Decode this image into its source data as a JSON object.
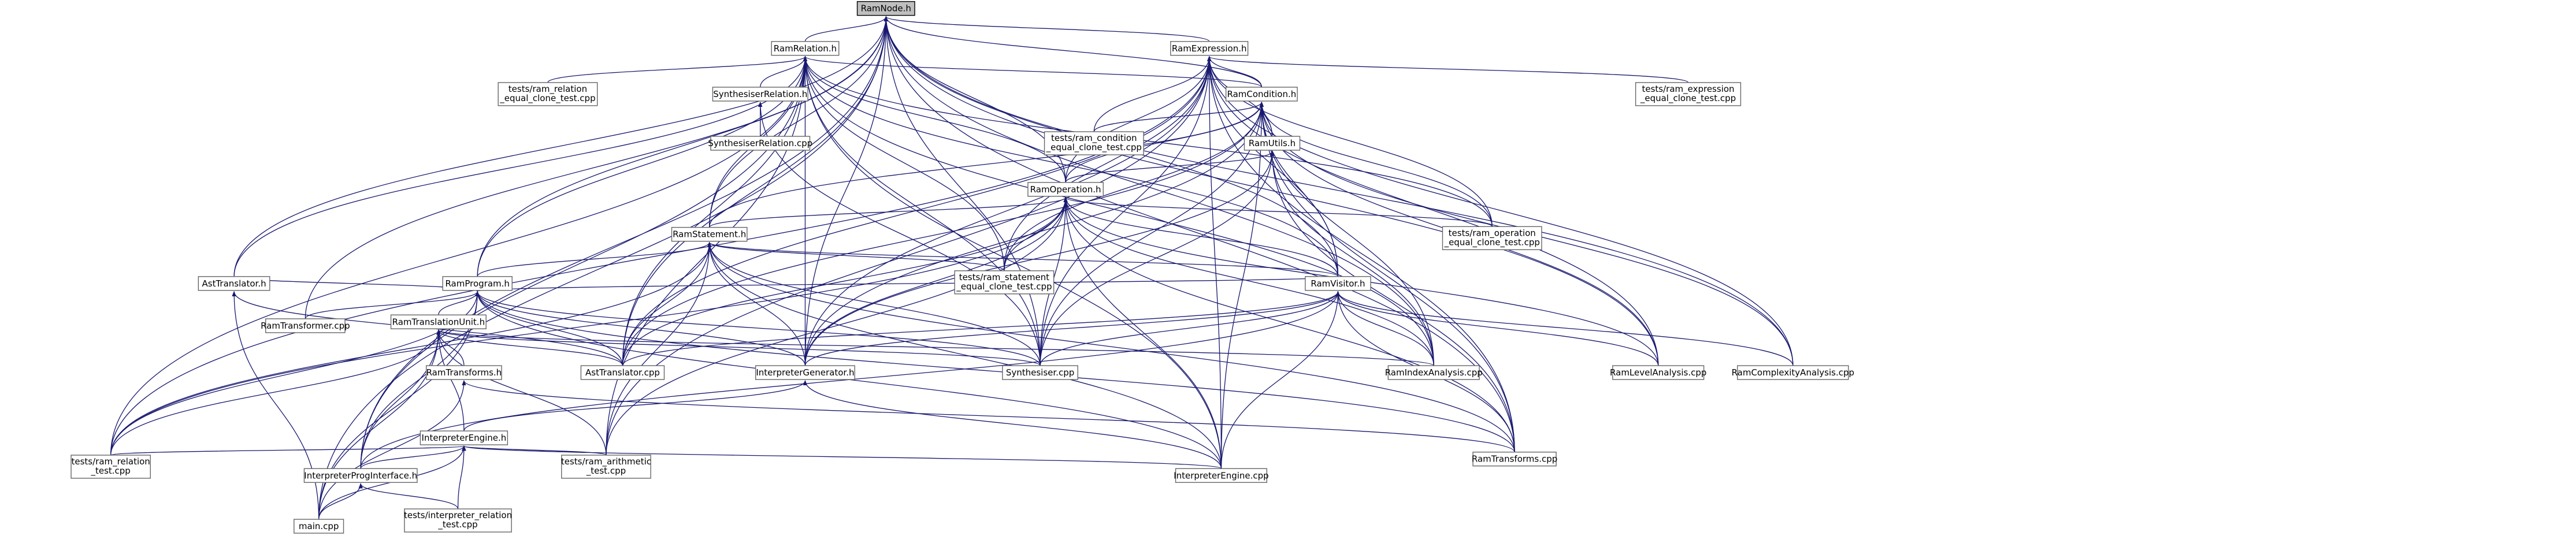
{
  "diagram": {
    "root": "RamNode.h",
    "nodes": [
      {
        "id": "RamNode.h",
        "lines": [
          "RamNode.h"
        ],
        "root": true
      },
      {
        "id": "RamRelation.h",
        "lines": [
          "RamRelation.h"
        ]
      },
      {
        "id": "RamExpression.h",
        "lines": [
          "RamExpression.h"
        ]
      },
      {
        "id": "tests/ram_relation_equal_clone_test.cpp",
        "lines": [
          "tests/ram_relation",
          "_equal_clone_test.cpp"
        ]
      },
      {
        "id": "SynthesiserRelation.h",
        "lines": [
          "SynthesiserRelation.h"
        ]
      },
      {
        "id": "SynthesiserRelation.cpp",
        "lines": [
          "SynthesiserRelation.cpp"
        ]
      },
      {
        "id": "RamCondition.h",
        "lines": [
          "RamCondition.h"
        ]
      },
      {
        "id": "tests/ram_condition_equal_clone_test.cpp",
        "lines": [
          "tests/ram_condition",
          "_equal_clone_test.cpp"
        ]
      },
      {
        "id": "tests/ram_expression_equal_clone_test.cpp",
        "lines": [
          "tests/ram_expression",
          "_equal_clone_test.cpp"
        ]
      },
      {
        "id": "RamUtils.h",
        "lines": [
          "RamUtils.h"
        ]
      },
      {
        "id": "RamOperation.h",
        "lines": [
          "RamOperation.h"
        ]
      },
      {
        "id": "tests/ram_operation_equal_clone_test.cpp",
        "lines": [
          "tests/ram_operation",
          "_equal_clone_test.cpp"
        ]
      },
      {
        "id": "RamStatement.h",
        "lines": [
          "RamStatement.h"
        ]
      },
      {
        "id": "tests/ram_statement_equal_clone_test.cpp",
        "lines": [
          "tests/ram_statement",
          "_equal_clone_test.cpp"
        ]
      },
      {
        "id": "RamProgram.h",
        "lines": [
          "RamProgram.h"
        ]
      },
      {
        "id": "RamVisitor.h",
        "lines": [
          "RamVisitor.h"
        ]
      },
      {
        "id": "AstTranslator.h",
        "lines": [
          "AstTranslator.h"
        ]
      },
      {
        "id": "RamTranslationUnit.h",
        "lines": [
          "RamTranslationUnit.h"
        ]
      },
      {
        "id": "RamTransformer.cpp",
        "lines": [
          "RamTransformer.cpp"
        ]
      },
      {
        "id": "RamTransforms.h",
        "lines": [
          "RamTransforms.h"
        ]
      },
      {
        "id": "AstTranslator.cpp",
        "lines": [
          "AstTranslator.cpp"
        ]
      },
      {
        "id": "Synthesiser.cpp",
        "lines": [
          "Synthesiser.cpp"
        ]
      },
      {
        "id": "InterpreterGenerator.h",
        "lines": [
          "InterpreterGenerator.h"
        ]
      },
      {
        "id": "RamIndexAnalysis.cpp",
        "lines": [
          "RamIndexAnalysis.cpp"
        ]
      },
      {
        "id": "RamLevelAnalysis.cpp",
        "lines": [
          "RamLevelAnalysis.cpp"
        ]
      },
      {
        "id": "RamComplexityAnalysis.cpp",
        "lines": [
          "RamComplexityAnalysis.cpp"
        ]
      },
      {
        "id": "InterpreterEngine.h",
        "lines": [
          "InterpreterEngine.h"
        ]
      },
      {
        "id": "RamTransforms.cpp",
        "lines": [
          "RamTransforms.cpp"
        ]
      },
      {
        "id": "tests/ram_relation_test.cpp",
        "lines": [
          "tests/ram_relation",
          "_test.cpp"
        ]
      },
      {
        "id": "InterpreterProgInterface.h",
        "lines": [
          "InterpreterProgInterface.h"
        ]
      },
      {
        "id": "tests/ram_arithmetic_test.cpp",
        "lines": [
          "tests/ram_arithmetic",
          "_test.cpp"
        ]
      },
      {
        "id": "InterpreterEngine.cpp",
        "lines": [
          "InterpreterEngine.cpp"
        ]
      },
      {
        "id": "main.cpp",
        "lines": [
          "main.cpp"
        ]
      },
      {
        "id": "tests/interpreter_relation_test.cpp",
        "lines": [
          "tests/interpreter_relation",
          "_test.cpp"
        ]
      }
    ],
    "edges": [
      [
        "RamRelation.h",
        "RamNode.h"
      ],
      [
        "RamExpression.h",
        "RamNode.h"
      ],
      [
        "RamCondition.h",
        "RamNode.h"
      ],
      [
        "RamOperation.h",
        "RamNode.h"
      ],
      [
        "RamStatement.h",
        "RamNode.h"
      ],
      [
        "RamProgram.h",
        "RamNode.h"
      ],
      [
        "RamVisitor.h",
        "RamNode.h"
      ],
      [
        "AstTranslator.cpp",
        "RamNode.h"
      ],
      [
        "Synthesiser.cpp",
        "RamNode.h"
      ],
      [
        "RamTransformer.cpp",
        "RamNode.h"
      ],
      [
        "InterpreterProgInterface.h",
        "RamNode.h"
      ],
      [
        "main.cpp",
        "RamNode.h"
      ],
      [
        "RamIndexAnalysis.cpp",
        "RamNode.h"
      ],
      [
        "RamLevelAnalysis.cpp",
        "RamNode.h"
      ],
      [
        "RamComplexityAnalysis.cpp",
        "RamNode.h"
      ],
      [
        "RamTransforms.cpp",
        "RamNode.h"
      ],
      [
        "InterpreterGenerator.h",
        "RamNode.h"
      ],
      [
        "AstTranslator.h",
        "RamNode.h"
      ],
      [
        "tests/ram_relation_equal_clone_test.cpp",
        "RamRelation.h"
      ],
      [
        "SynthesiserRelation.h",
        "RamRelation.h"
      ],
      [
        "RamCondition.h",
        "RamRelation.h"
      ],
      [
        "RamOperation.h",
        "RamRelation.h"
      ],
      [
        "RamStatement.h",
        "RamRelation.h"
      ],
      [
        "RamProgram.h",
        "RamRelation.h"
      ],
      [
        "AstTranslator.h",
        "RamRelation.h"
      ],
      [
        "tests/ram_relation_test.cpp",
        "RamRelation.h"
      ],
      [
        "InterpreterGenerator.h",
        "RamRelation.h"
      ],
      [
        "Synthesiser.cpp",
        "RamRelation.h"
      ],
      [
        "AstTranslator.cpp",
        "RamRelation.h"
      ],
      [
        "RamVisitor.h",
        "RamRelation.h"
      ],
      [
        "tests/ram_statement_equal_clone_test.cpp",
        "RamRelation.h"
      ],
      [
        "tests/ram_operation_equal_clone_test.cpp",
        "RamRelation.h"
      ],
      [
        "InterpreterEngine.cpp",
        "RamRelation.h"
      ],
      [
        "RamIndexAnalysis.cpp",
        "RamRelation.h"
      ],
      [
        "InterpreterProgInterface.h",
        "RamRelation.h"
      ],
      [
        "tests/ram_arithmetic_test.cpp",
        "RamRelation.h"
      ],
      [
        "SynthesiserRelation.cpp",
        "SynthesiserRelation.h"
      ],
      [
        "Synthesiser.cpp",
        "SynthesiserRelation.h"
      ],
      [
        "RamCondition.h",
        "RamExpression.h"
      ],
      [
        "RamOperation.h",
        "RamExpression.h"
      ],
      [
        "tests/ram_expression_equal_clone_test.cpp",
        "RamExpression.h"
      ],
      [
        "tests/ram_condition_equal_clone_test.cpp",
        "RamExpression.h"
      ],
      [
        "RamUtils.h",
        "RamExpression.h"
      ],
      [
        "RamVisitor.h",
        "RamExpression.h"
      ],
      [
        "Synthesiser.cpp",
        "RamExpression.h"
      ],
      [
        "InterpreterGenerator.h",
        "RamExpression.h"
      ],
      [
        "RamLevelAnalysis.cpp",
        "RamExpression.h"
      ],
      [
        "RamComplexityAnalysis.cpp",
        "RamExpression.h"
      ],
      [
        "RamTransforms.cpp",
        "RamExpression.h"
      ],
      [
        "InterpreterEngine.cpp",
        "RamExpression.h"
      ],
      [
        "AstTranslator.cpp",
        "RamExpression.h"
      ],
      [
        "tests/ram_relation_test.cpp",
        "RamExpression.h"
      ],
      [
        "tests/ram_arithmetic_test.cpp",
        "RamExpression.h"
      ],
      [
        "tests/ram_statement_equal_clone_test.cpp",
        "RamExpression.h"
      ],
      [
        "tests/ram_operation_equal_clone_test.cpp",
        "RamExpression.h"
      ],
      [
        "RamUtils.h",
        "RamCondition.h"
      ],
      [
        "RamOperation.h",
        "RamCondition.h"
      ],
      [
        "tests/ram_condition_equal_clone_test.cpp",
        "RamCondition.h"
      ],
      [
        "RamVisitor.h",
        "RamCondition.h"
      ],
      [
        "RamStatement.h",
        "RamCondition.h"
      ],
      [
        "InterpreterGenerator.h",
        "RamCondition.h"
      ],
      [
        "Synthesiser.cpp",
        "RamCondition.h"
      ],
      [
        "RamIndexAnalysis.cpp",
        "RamCondition.h"
      ],
      [
        "RamLevelAnalysis.cpp",
        "RamCondition.h"
      ],
      [
        "RamComplexityAnalysis.cpp",
        "RamCondition.h"
      ],
      [
        "RamTransforms.cpp",
        "RamCondition.h"
      ],
      [
        "AstTranslator.cpp",
        "RamCondition.h"
      ],
      [
        "tests/ram_operation_equal_clone_test.cpp",
        "RamCondition.h"
      ],
      [
        "tests/ram_statement_equal_clone_test.cpp",
        "RamCondition.h"
      ],
      [
        "InterpreterEngine.cpp",
        "RamCondition.h"
      ],
      [
        "RamOperation.h",
        "RamUtils.h"
      ],
      [
        "RamIndexAnalysis.cpp",
        "RamUtils.h"
      ],
      [
        "RamTransforms.cpp",
        "RamUtils.h"
      ],
      [
        "Synthesiser.cpp",
        "RamUtils.h"
      ],
      [
        "InterpreterGenerator.h",
        "RamUtils.h"
      ],
      [
        "RamStatement.h",
        "RamOperation.h"
      ],
      [
        "tests/ram_operation_equal_clone_test.cpp",
        "RamOperation.h"
      ],
      [
        "tests/ram_statement_equal_clone_test.cpp",
        "RamOperation.h"
      ],
      [
        "RamVisitor.h",
        "RamOperation.h"
      ],
      [
        "Synthesiser.cpp",
        "RamOperation.h"
      ],
      [
        "InterpreterGenerator.h",
        "RamOperation.h"
      ],
      [
        "AstTranslator.cpp",
        "RamOperation.h"
      ],
      [
        "RamTransforms.cpp",
        "RamOperation.h"
      ],
      [
        "RamIndexAnalysis.cpp",
        "RamOperation.h"
      ],
      [
        "RamLevelAnalysis.cpp",
        "RamOperation.h"
      ],
      [
        "InterpreterEngine.cpp",
        "RamOperation.h"
      ],
      [
        "tests/ram_relation_test.cpp",
        "RamOperation.h"
      ],
      [
        "tests/ram_arithmetic_test.cpp",
        "RamOperation.h"
      ],
      [
        "RamProgram.h",
        "RamStatement.h"
      ],
      [
        "tests/ram_statement_equal_clone_test.cpp",
        "RamStatement.h"
      ],
      [
        "RamVisitor.h",
        "RamStatement.h"
      ],
      [
        "AstTranslator.cpp",
        "RamStatement.h"
      ],
      [
        "Synthesiser.cpp",
        "RamStatement.h"
      ],
      [
        "InterpreterGenerator.h",
        "RamStatement.h"
      ],
      [
        "RamTransforms.cpp",
        "RamStatement.h"
      ],
      [
        "InterpreterEngine.cpp",
        "RamStatement.h"
      ],
      [
        "tests/ram_relation_test.cpp",
        "RamStatement.h"
      ],
      [
        "tests/ram_arithmetic_test.cpp",
        "RamStatement.h"
      ],
      [
        "AstTranslator.h",
        "RamProgram.h"
      ],
      [
        "RamTranslationUnit.h",
        "RamProgram.h"
      ],
      [
        "RamVisitor.h",
        "RamProgram.h"
      ],
      [
        "RamTransformer.cpp",
        "RamProgram.h"
      ],
      [
        "AstTranslator.cpp",
        "RamProgram.h"
      ],
      [
        "Synthesiser.cpp",
        "RamProgram.h"
      ],
      [
        "InterpreterGenerator.h",
        "RamProgram.h"
      ],
      [
        "InterpreterEngine.cpp",
        "RamProgram.h"
      ],
      [
        "InterpreterProgInterface.h",
        "RamProgram.h"
      ],
      [
        "main.cpp",
        "RamProgram.h"
      ],
      [
        "tests/ram_relation_test.cpp",
        "RamProgram.h"
      ],
      [
        "RamTransforms.cpp",
        "RamProgram.h"
      ],
      [
        "RamTransforms.h",
        "RamTranslationUnit.h"
      ],
      [
        "AstTranslator.cpp",
        "RamTranslationUnit.h"
      ],
      [
        "Synthesiser.cpp",
        "RamTranslationUnit.h"
      ],
      [
        "InterpreterEngine.h",
        "RamTranslationUnit.h"
      ],
      [
        "InterpreterProgInterface.h",
        "RamTranslationUnit.h"
      ],
      [
        "main.cpp",
        "RamTranslationUnit.h"
      ],
      [
        "tests/ram_relation_test.cpp",
        "RamTranslationUnit.h"
      ],
      [
        "tests/ram_arithmetic_test.cpp",
        "RamTranslationUnit.h"
      ],
      [
        "RamIndexAnalysis.cpp",
        "RamTranslationUnit.h"
      ],
      [
        "AstTranslator.cpp",
        "AstTranslator.h"
      ],
      [
        "main.cpp",
        "AstTranslator.h"
      ],
      [
        "RamTransforms.cpp",
        "RamTransforms.h"
      ],
      [
        "main.cpp",
        "RamTransforms.h"
      ],
      [
        "AstTranslator.cpp",
        "RamVisitor.h"
      ],
      [
        "Synthesiser.cpp",
        "RamVisitor.h"
      ],
      [
        "InterpreterGenerator.h",
        "RamVisitor.h"
      ],
      [
        "RamIndexAnalysis.cpp",
        "RamVisitor.h"
      ],
      [
        "RamLevelAnalysis.cpp",
        "RamVisitor.h"
      ],
      [
        "RamComplexityAnalysis.cpp",
        "RamVisitor.h"
      ],
      [
        "RamTransforms.cpp",
        "RamVisitor.h"
      ],
      [
        "InterpreterEngine.cpp",
        "RamVisitor.h"
      ],
      [
        "InterpreterProgInterface.h",
        "RamVisitor.h"
      ],
      [
        "InterpreterEngine.h",
        "InterpreterGenerator.h"
      ],
      [
        "InterpreterEngine.cpp",
        "InterpreterGenerator.h"
      ],
      [
        "InterpreterProgInterface.h",
        "InterpreterEngine.h"
      ],
      [
        "InterpreterEngine.cpp",
        "InterpreterEngine.h"
      ],
      [
        "main.cpp",
        "InterpreterEngine.h"
      ],
      [
        "tests/ram_relation_test.cpp",
        "InterpreterEngine.h"
      ],
      [
        "tests/interpreter_relation_test.cpp",
        "InterpreterEngine.h"
      ],
      [
        "tests/ram_arithmetic_test.cpp",
        "InterpreterEngine.h"
      ],
      [
        "main.cpp",
        "InterpreterProgInterface.h"
      ],
      [
        "tests/interpreter_relation_test.cpp",
        "InterpreterProgInterface.h"
      ]
    ]
  }
}
